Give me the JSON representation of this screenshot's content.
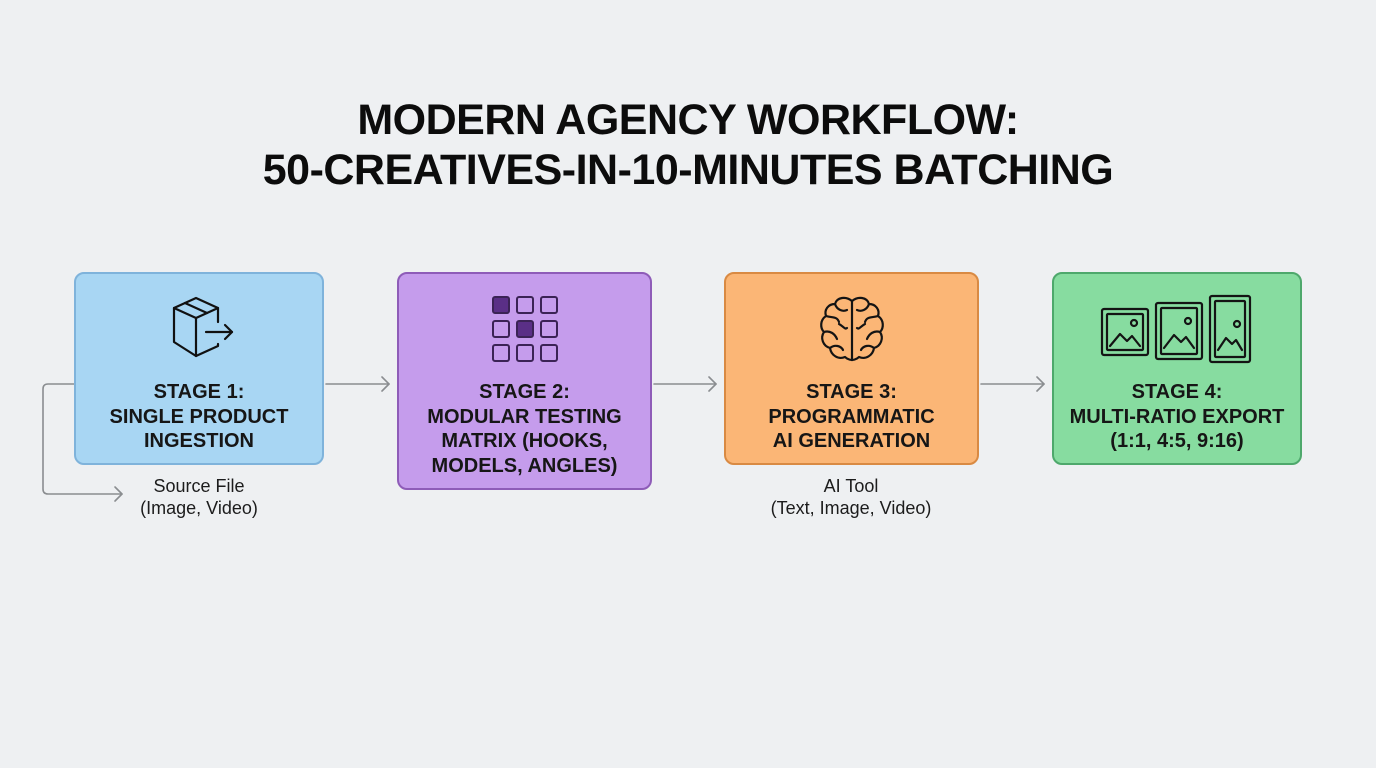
{
  "title": {
    "line1": "MODERN AGENCY WORKFLOW:",
    "line2": "50-CREATIVES-IN-10-MINUTES BATCHING"
  },
  "stages": [
    {
      "line1": "STAGE 1:",
      "line2": "SINGLE PRODUCT",
      "line3": "INGESTION",
      "icon": "box-export-icon",
      "color": "#a8d6f3"
    },
    {
      "line1": "STAGE 2:",
      "line2": "MODULAR TESTING",
      "line3": "MATRIX (HOOKS,",
      "line4": "MODELS, ANGLES)",
      "icon": "grid-matrix-icon",
      "color": "#c59cec"
    },
    {
      "line1": "STAGE 3:",
      "line2": "PROGRAMMATIC",
      "line3": "AI GENERATION",
      "icon": "brain-icon",
      "color": "#fbb676"
    },
    {
      "line1": "STAGE 4:",
      "line2": "MULTI-RATIO EXPORT",
      "line3": "(1:1, 4:5, 9:16)",
      "icon": "image-frames-icon",
      "color": "#87dca0"
    }
  ],
  "captions": {
    "source": {
      "line1": "Source File",
      "line2": "(Image, Video)"
    },
    "tool": {
      "line1": "AI Tool",
      "line2": "(Text, Image, Video)"
    }
  }
}
